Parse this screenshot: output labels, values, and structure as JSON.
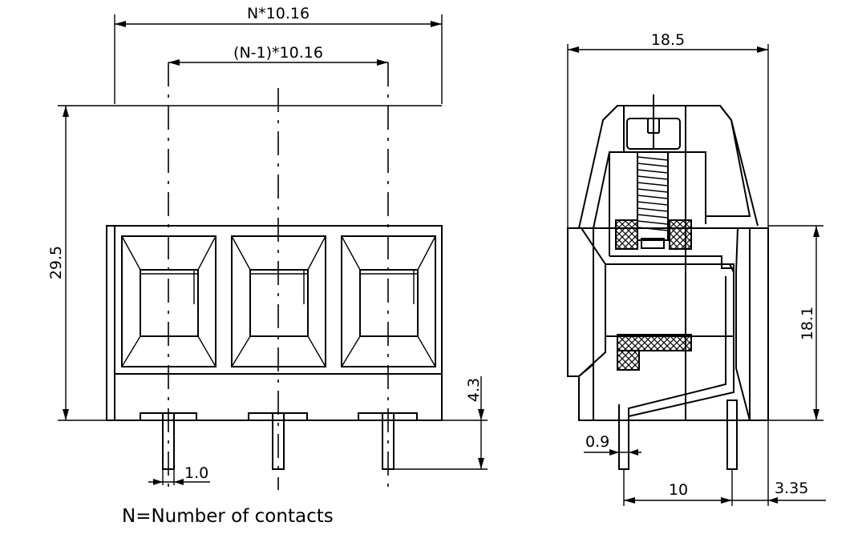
{
  "dimensions": {
    "total_width": "N*10.16",
    "pitch_span": "(N-1)*10.16",
    "height": "29.5",
    "pin_length": "4.3",
    "pin_width": "1.0",
    "side_width": "18.5",
    "side_height": "18.1",
    "pin_thickness": "0.9",
    "pin_spacing": "10",
    "pin_offset": "3.35"
  },
  "note": "N=Number of contacts",
  "colors": {
    "line": "#000000",
    "background": "#ffffff"
  }
}
